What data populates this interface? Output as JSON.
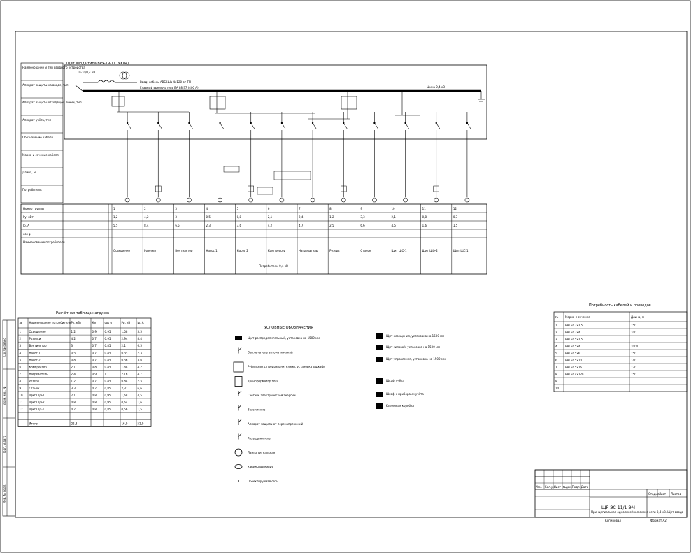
{
  "schema": {
    "header_label": "Щит ввода типа ВРУ-19-11 (УХЛ4)",
    "incoming_label": "Ввод: кабель АВБбШв 4x120 от ТП",
    "transformer_label": "ТП-10/0,4 кВ",
    "main_switch_label": "Главный выключатель ВА 88-37 (400 А)",
    "bus_label": "Шина 0,4 кВ",
    "left_panel_rows": [
      "Наименование и тип вводного устройства",
      "Аппарат защиты на вводе, тип",
      "Аппарат защиты отходящей линии, тип",
      "Аппарат учёта, тип",
      "Обозначение кабеля",
      "Марка и сечение кабеля",
      "Длина, м",
      "Потребитель"
    ],
    "data_rows": [
      "Номер группы",
      "Ру, кВт",
      "Iр, А",
      "cos φ",
      "Наименование потребителя"
    ],
    "columns": [
      {
        "group": "1",
        "pr": "1,2",
        "ir": "5,5",
        "load": "Освещение"
      },
      {
        "group": "2",
        "pr": "4,2",
        "ir": "8,4",
        "load": "Розетки"
      },
      {
        "group": "3",
        "pr": "3",
        "ir": "6,5",
        "load": "Вентилятор"
      },
      {
        "group": "4",
        "pr": "0,5",
        "ir": "2,3",
        "load": "Насос 1"
      },
      {
        "group": "5",
        "pr": "0,8",
        "ir": "3,6",
        "load": "Насос 2"
      },
      {
        "group": "6",
        "pr": "2,1",
        "ir": "4,2",
        "load": "Компрессор"
      },
      {
        "group": "7",
        "pr": "2,4",
        "ir": "4,7",
        "load": "Нагреватель"
      },
      {
        "group": "8",
        "pr": "1,2",
        "ir": "2,5",
        "load": "Резерв"
      },
      {
        "group": "9",
        "pr": "3,3",
        "ir": "6,6",
        "load": "Станок"
      },
      {
        "group": "10",
        "pr": "2,1",
        "ir": "4,5",
        "load": "Щит ЩО-1"
      },
      {
        "group": "11",
        "pr": "0,8",
        "ir": "1,6",
        "load": "Щит ЩО-2"
      },
      {
        "group": "12",
        "pr": "0,7",
        "ir": "1,5",
        "load": "Щит ЩС-1"
      }
    ],
    "bottom_caption": "Потребители 0,4 кВ"
  },
  "calc_table": {
    "title": "Расчётная таблица нагрузок",
    "headers": [
      "№",
      "Наименование потребителя",
      "Ру, кВт",
      "Ки",
      "cos φ",
      "Рр, кВт",
      "Iр, А"
    ],
    "rows": [
      [
        "1",
        "Освещение",
        "1,2",
        "0,9",
        "0,95",
        "1,08",
        "5,5"
      ],
      [
        "2",
        "Розетки",
        "4,2",
        "0,7",
        "0,95",
        "2,94",
        "8,4"
      ],
      [
        "3",
        "Вентилятор",
        "3",
        "0,7",
        "0,85",
        "2,1",
        "6,5"
      ],
      [
        "4",
        "Насос 1",
        "0,5",
        "0,7",
        "0,85",
        "0,35",
        "2,3"
      ],
      [
        "5",
        "Насос 2",
        "0,8",
        "0,7",
        "0,85",
        "0,56",
        "3,6"
      ],
      [
        "6",
        "Компрессор",
        "2,1",
        "0,8",
        "0,85",
        "1,68",
        "4,2"
      ],
      [
        "7",
        "Нагреватель",
        "2,4",
        "0,9",
        "1",
        "2,16",
        "4,7"
      ],
      [
        "8",
        "Резерв",
        "1,2",
        "0,7",
        "0,85",
        "0,84",
        "2,5"
      ],
      [
        "9",
        "Станок",
        "3,3",
        "0,7",
        "0,85",
        "2,31",
        "6,6"
      ],
      [
        "10",
        "Щит ЩО-1",
        "2,1",
        "0,8",
        "0,95",
        "1,68",
        "4,5"
      ],
      [
        "11",
        "Щит ЩО-2",
        "0,8",
        "0,8",
        "0,95",
        "0,64",
        "1,6"
      ],
      [
        "12",
        "Щит ЩС-1",
        "0,7",
        "0,8",
        "0,85",
        "0,56",
        "1,5"
      ],
      [
        "",
        "",
        "",
        "",
        "",
        "",
        ""
      ],
      [
        "",
        "Итого",
        "22,3",
        "",
        "",
        "16,9",
        "51,9"
      ]
    ]
  },
  "legend": {
    "title": "УСЛОВНЫЕ ОБОЗНАЧЕНИЯ",
    "left_items": [
      "Щит распределительный, установка на 1500 мм",
      "Выключатель автоматический",
      "Рубильник с предохранителями, установка в шкафу",
      "Трансформатор тока",
      "Счётчик электрической энергии",
      "Заземление",
      "Аппарат защиты от перенапряжений",
      "Разъединитель",
      "Лампа сигнальная",
      "Кабельная линия",
      "Проектируемая сеть"
    ],
    "right_items": [
      "Щит освещения, установка на 1500 мм",
      "Щит силовой, установка на 1500 мм",
      "Щит управления, установка на 1500 мм",
      "Шкаф учёта",
      "Шкаф с приборами учёта",
      "Клеммная коробка"
    ]
  },
  "cable_table": {
    "title": "Потребность кабелей и проводов",
    "headers": [
      "№",
      "Марка и сечение",
      "Длина, м"
    ],
    "rows": [
      [
        "1",
        "ВВГнг 3x2,5",
        "150"
      ],
      [
        "2",
        "ВВГнг 3x4",
        "100"
      ],
      [
        "3",
        "ВВГнг 5x2,5",
        ""
      ],
      [
        "4",
        "ВВГнг 5x4",
        "2000"
      ],
      [
        "5",
        "ВВГнг 5x6",
        "150"
      ],
      [
        "6",
        "ВВГнг 5x10",
        "140"
      ],
      [
        "7",
        "ВВГнг 5x16",
        "120"
      ],
      [
        "8",
        "ВВГнг 4x120",
        "150"
      ],
      [
        "9",
        "",
        ""
      ],
      [
        "10",
        "",
        ""
      ]
    ]
  },
  "title_block": {
    "sheet_code": "ЩР-ЭС-11/1-ЭМ",
    "description": "Принципиальная однолинейная схема сети 0,4 кВ. Щит ввода",
    "stage": "Стадия",
    "sheet": "Лист",
    "sheets": "Листов",
    "format": "Формат А2",
    "copied": "Копировал",
    "row_labels": [
      "Изм.",
      "Кол.уч",
      "Лист",
      "№док.",
      "Подп.",
      "Дата"
    ]
  },
  "side_stamp": [
    "Инв. № подл.",
    "Подп. и дата",
    "Взам. инв. №",
    "Согласовано"
  ]
}
